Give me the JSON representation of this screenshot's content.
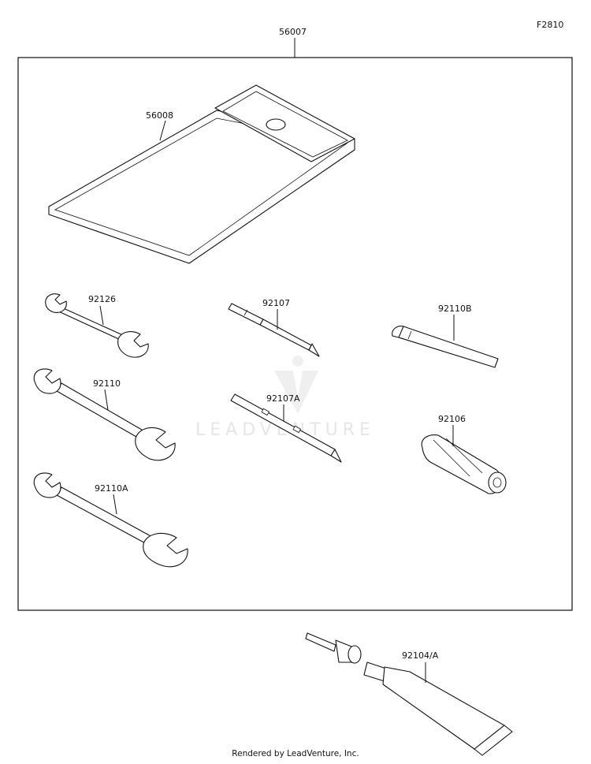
{
  "diagram_code": "F2810",
  "assembly_label": "56007",
  "callouts": {
    "pouch": "56008",
    "wrench_small": "92126",
    "wrench_medium": "92110",
    "wrench_large": "92110A",
    "screwdriver": "92107",
    "screwdriver_bit": "92107A",
    "hex_key": "92110B",
    "handle": "92106",
    "grease": "92104/A"
  },
  "watermark": {
    "text": "LEADVENTURE"
  },
  "footer": "Rendered by LeadVenture, Inc."
}
